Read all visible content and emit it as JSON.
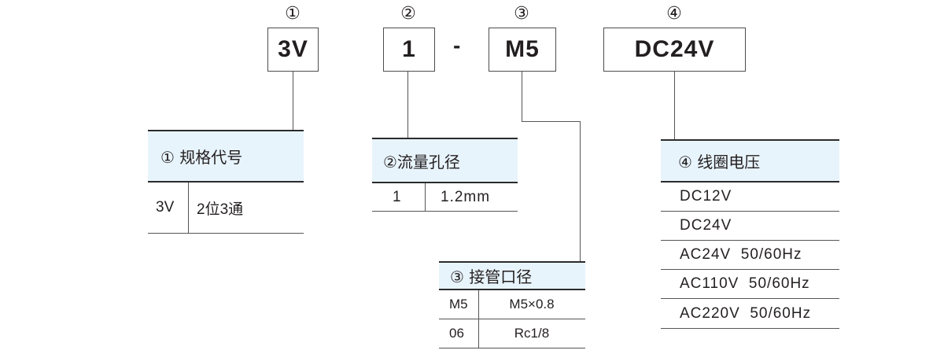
{
  "code_parts": [
    {
      "index_mark": "①",
      "value": "3V"
    },
    {
      "index_mark": "②",
      "value": "1"
    },
    {
      "index_mark": "③",
      "value": "M5"
    },
    {
      "index_mark": "④",
      "value": "DC24V"
    }
  ],
  "separator": "-",
  "tables": {
    "spec": {
      "header": "①  规格代号",
      "rows": [
        {
          "code": "3V",
          "desc": "2位3通"
        }
      ]
    },
    "flow": {
      "header": "②流量孔径",
      "rows": [
        {
          "code": "1",
          "desc": "1.2mm"
        }
      ]
    },
    "port": {
      "header": "③ 接管口径",
      "rows": [
        {
          "code": "M5",
          "desc": "M5×0.8"
        },
        {
          "code": "06",
          "desc": "Rc1/8"
        }
      ]
    },
    "voltage": {
      "header": "④ 线圈电压",
      "rows": [
        "DC12V",
        "DC24V",
        "AC24V  50/60Hz",
        "AC110V  50/60Hz",
        "AC220V  50/60Hz"
      ]
    }
  },
  "colors": {
    "header_fill": "#e8f4fc",
    "line": "#555555",
    "text": "#231f20"
  }
}
